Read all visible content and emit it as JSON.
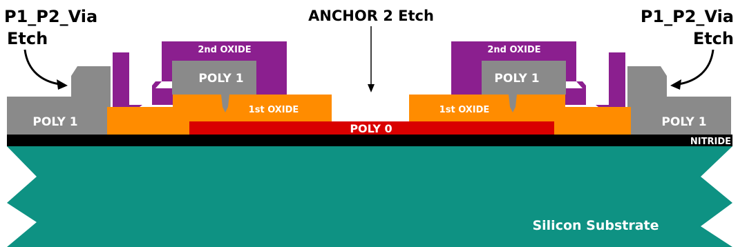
{
  "labels": {
    "via_left_line1": "P1_P2_Via",
    "via_left_line2": "Etch",
    "via_right_line1": "P1_P2_Via",
    "via_right_line2": "Etch",
    "anchor_title": "ANCHOR 2 Etch",
    "poly1_left_edge": "POLY 1",
    "poly1_right_edge": "POLY 1",
    "poly1_left_center": "POLY 1",
    "poly1_right_center": "POLY 1",
    "oxide2_left": "2nd OXIDE",
    "oxide2_right": "2nd OXIDE",
    "oxide1_left": "1st OXIDE",
    "oxide1_right": "1st OXIDE",
    "poly0": "POLY 0",
    "nitride": "NITRIDE",
    "substrate": "Silicon Substrate"
  },
  "colors": {
    "substrate": "#0e9283",
    "nitride": "#000000",
    "poly0": "#d90000",
    "oxide1": "#ff8c00",
    "poly1": "#8a8a8a",
    "oxide2": "#8b1f8f",
    "label_light": "#ffffff",
    "label_dark": "#000000"
  }
}
